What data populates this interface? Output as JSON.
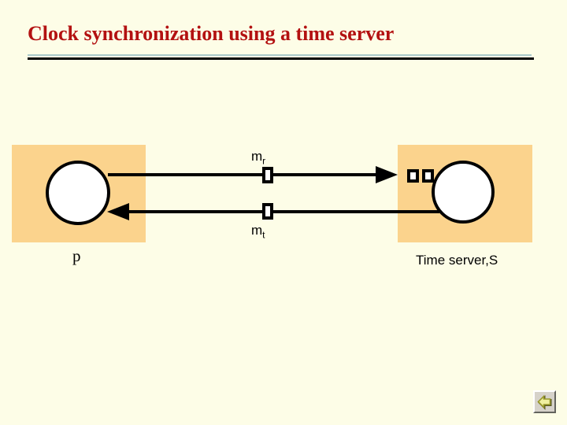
{
  "slide": {
    "title": "Clock synchronization using a time server",
    "colors": {
      "background": "#FDFDE7",
      "title_text": "#B31111",
      "divider_accent": "#A9C9C9",
      "divider_main": "#000000",
      "node_fill": "#FBD38D",
      "line_color": "#000000",
      "back_arrow": "#99992B"
    }
  },
  "diagram": {
    "process_label": "p",
    "server_label": "Time server,S",
    "request_message": {
      "base": "m",
      "sub": "r"
    },
    "reply_message": {
      "base": "m",
      "sub": "t"
    },
    "glyphs": [
      "request-message-box",
      "reply-message-box",
      "server-buffer-box",
      "server-buffer-box"
    ]
  },
  "nav": {
    "back_icon": "back-arrow-icon"
  }
}
